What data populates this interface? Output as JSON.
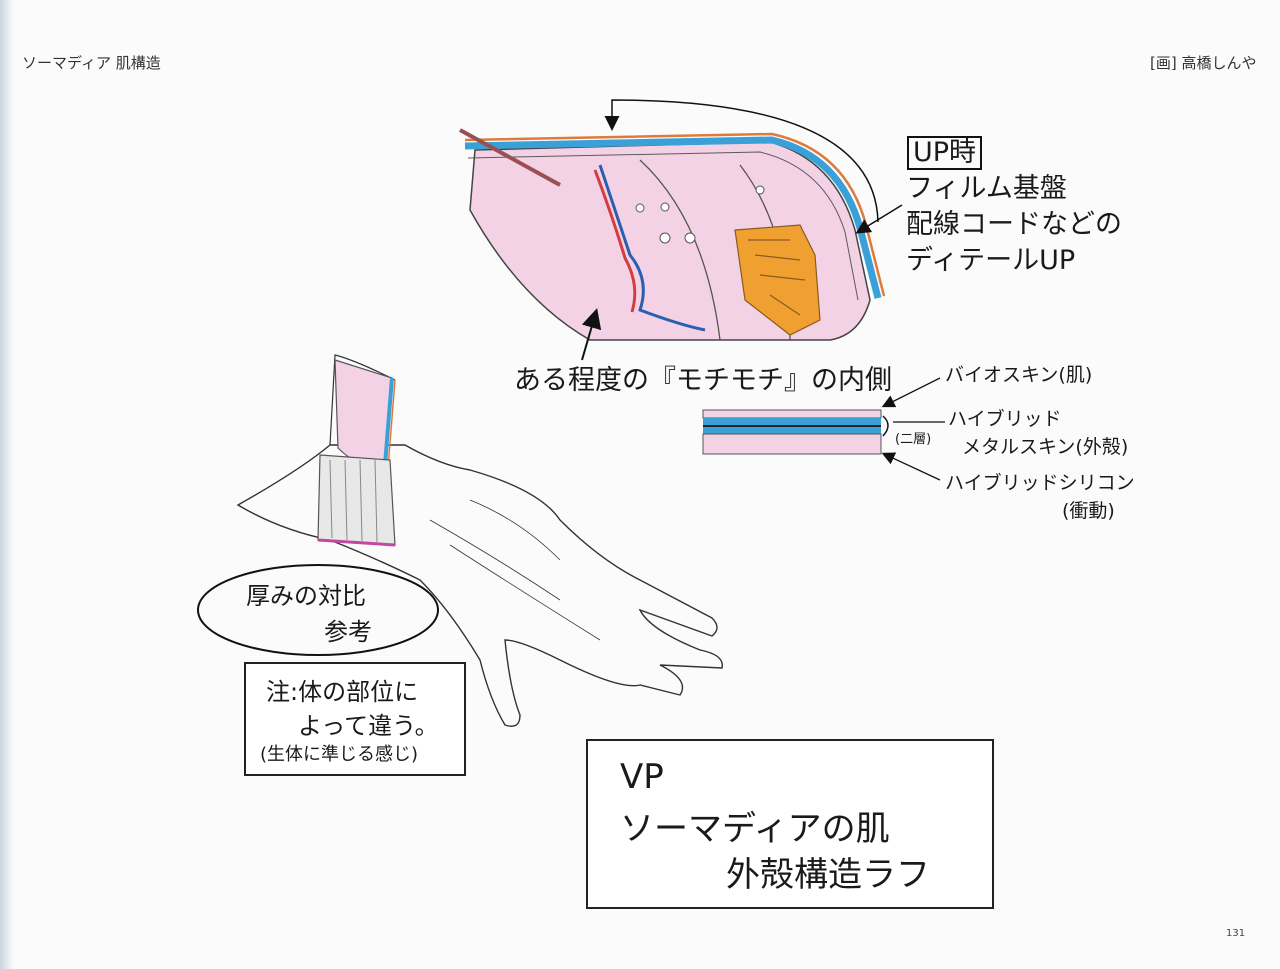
{
  "header": {
    "left_title": "ソーマディア 肌構造",
    "right_credit": "[画] 高橋しんや"
  },
  "upper_callout": {
    "tag": "UP時",
    "lines": [
      "フィルム基盤",
      "配線コードなどの",
      "ディテールUP"
    ]
  },
  "inner_label": "ある程度の『モチモチ』の内側",
  "layers": {
    "bio_skin": "バイオスキン(肌)",
    "hybrid_line1": "ハイブリッド",
    "hybrid_line2": "メタルスキン(外殻)",
    "two_layer": "(二層)",
    "silicon_line1": "ハイブリッドシリコン",
    "silicon_line2": "(衝動)"
  },
  "thickness_note": {
    "line1": "厚みの対比",
    "line2": "参考"
  },
  "caution_note": {
    "line1": "注:体の部位に",
    "line2": "よって違う。",
    "line3": "(生体に準じる感じ)"
  },
  "title_box": {
    "line1": "VP",
    "line2": "ソーマディアの肌",
    "line3": "外殻構造ラフ"
  },
  "page_number": "131",
  "colors": {
    "skin_pink": "#f3d2e6",
    "blue_layer": "#3aa0d8",
    "orange_line": "#e07a3a",
    "circuit_orange": "#f0a030"
  }
}
